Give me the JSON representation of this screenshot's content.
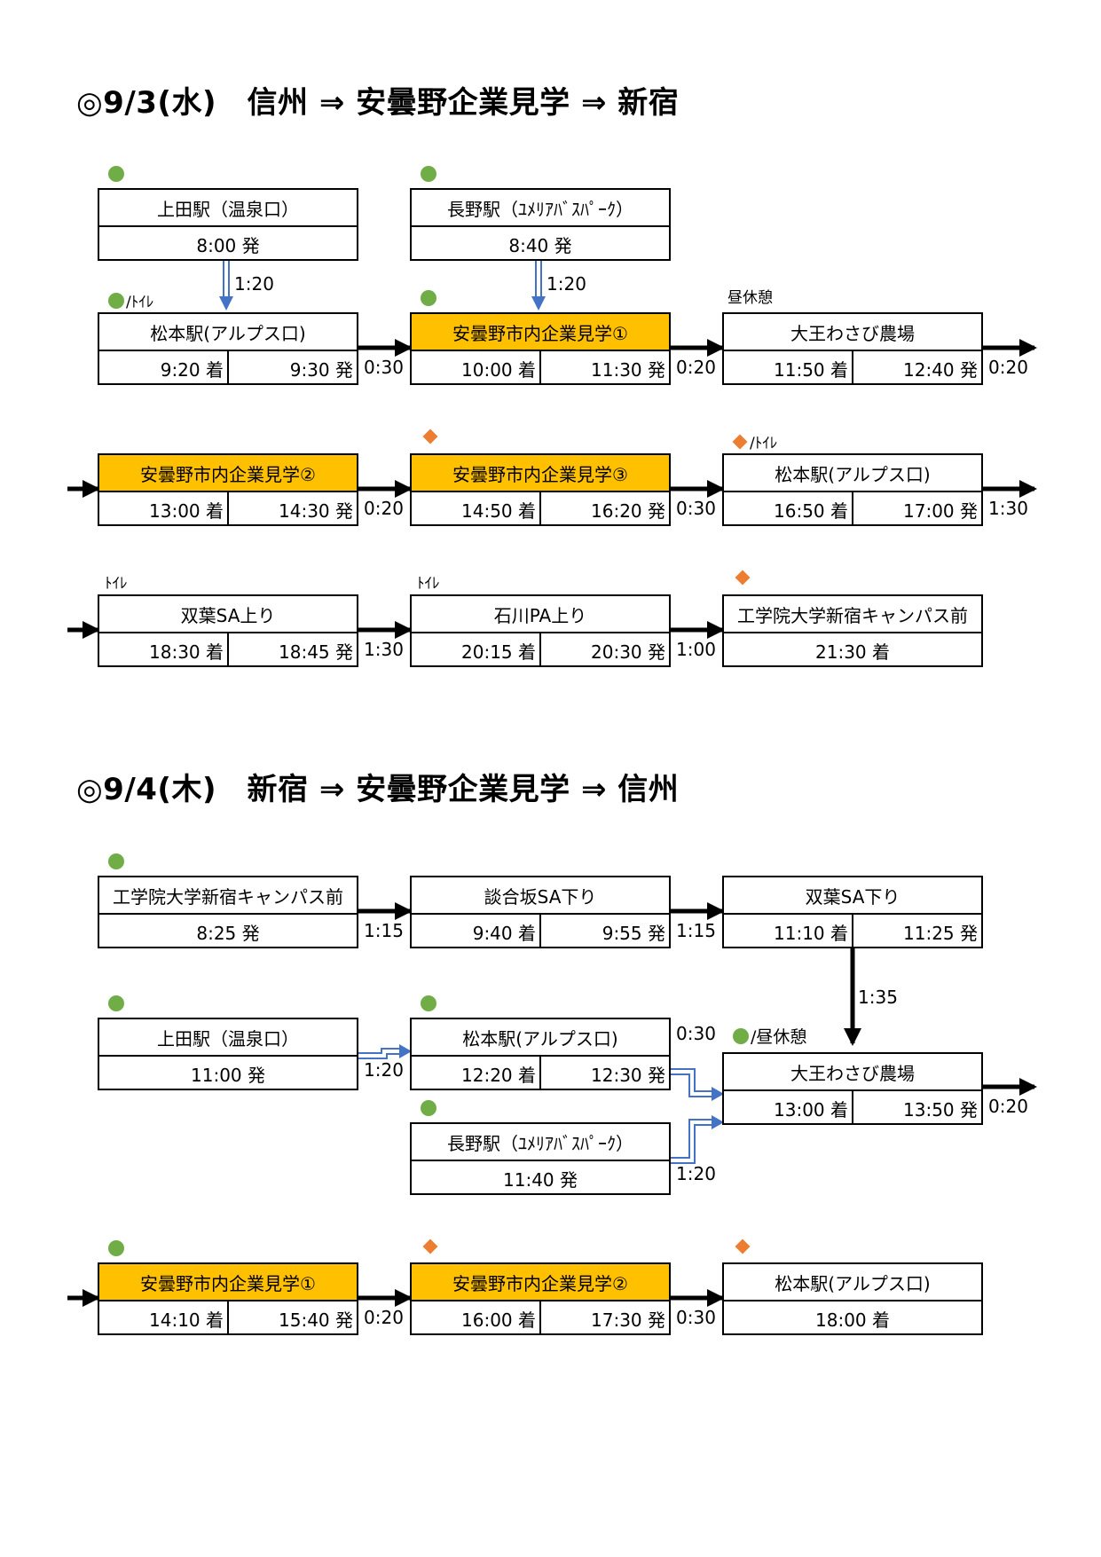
{
  "colors": {
    "green": "#70ad47",
    "orange": "#ed7d31",
    "highlight": "#ffc000",
    "blue": "#4472c4"
  },
  "day1": {
    "title": "◎9/3(水)　信州 ⇒ 安曇野企業見学 ⇒ 新宿",
    "stops": [
      {
        "name": "上田駅（温泉口）",
        "dep": "8:00 発"
      },
      {
        "name": "長野駅（ﾕﾒﾘｱﾊﾞｽﾊﾟｰｸ）",
        "dep": "8:40 発"
      },
      {
        "name": "松本駅(アルプス口)",
        "arr": "9:20 着",
        "dep": "9:30 発"
      },
      {
        "name": "安曇野市内企業見学①",
        "arr": "10:00 着",
        "dep": "11:30 発"
      },
      {
        "name": "大王わさび農場",
        "arr": "11:50 着",
        "dep": "12:40 発"
      },
      {
        "name": "安曇野市内企業見学②",
        "arr": "13:00 着",
        "dep": "14:30 発"
      },
      {
        "name": "安曇野市内企業見学③",
        "arr": "14:50 着",
        "dep": "16:20 発"
      },
      {
        "name": "松本駅(アルプス口)",
        "arr": "16:50 着",
        "dep": "17:00 発"
      },
      {
        "name": "双葉SA上り",
        "arr": "18:30 着",
        "dep": "18:45 発"
      },
      {
        "name": "石川PA上り",
        "arr": "20:15 着",
        "dep": "20:30 発"
      },
      {
        "name": "工学院大学新宿キャンパス前",
        "arr": "21:30 着"
      }
    ],
    "durations": [
      "1:20",
      "1:20",
      "0:30",
      "0:20",
      "0:20",
      "0:20",
      "0:30",
      "1:30",
      "1:30",
      "1:00"
    ],
    "notes": {
      "toilet_slash": "/ﾄｲﾚ",
      "toilet": "ﾄｲﾚ",
      "lunch": "昼休憩"
    }
  },
  "day2": {
    "title": "◎9/4(木)　新宿 ⇒ 安曇野企業見学 ⇒ 信州",
    "stops": [
      {
        "name": "工学院大学新宿キャンパス前",
        "dep": "8:25 発"
      },
      {
        "name": "談合坂SA下り",
        "arr": "9:40 着",
        "dep": "9:55 発"
      },
      {
        "name": "双葉SA下り",
        "arr": "11:10 着",
        "dep": "11:25 発"
      },
      {
        "name": "上田駅（温泉口）",
        "dep": "11:00 発"
      },
      {
        "name": "松本駅(アルプス口)",
        "arr": "12:20 着",
        "dep": "12:30 発"
      },
      {
        "name": "長野駅（ﾕﾒﾘｱﾊﾞｽﾊﾟｰｸ）",
        "dep": "11:40 発"
      },
      {
        "name": "大王わさび農場",
        "arr": "13:00 着",
        "dep": "13:50 発"
      },
      {
        "name": "安曇野市内企業見学①",
        "arr": "14:10 着",
        "dep": "15:40 発"
      },
      {
        "name": "安曇野市内企業見学②",
        "arr": "16:00 着",
        "dep": "17:30 発"
      },
      {
        "name": "松本駅(アルプス口)",
        "arr": "18:00 着"
      }
    ],
    "durations": [
      "1:15",
      "1:15",
      "1:35",
      "1:20",
      "0:30",
      "1:20",
      "0:20",
      "0:20",
      "0:30"
    ],
    "notes": {
      "lunch_slash": "/昼休憩"
    }
  }
}
